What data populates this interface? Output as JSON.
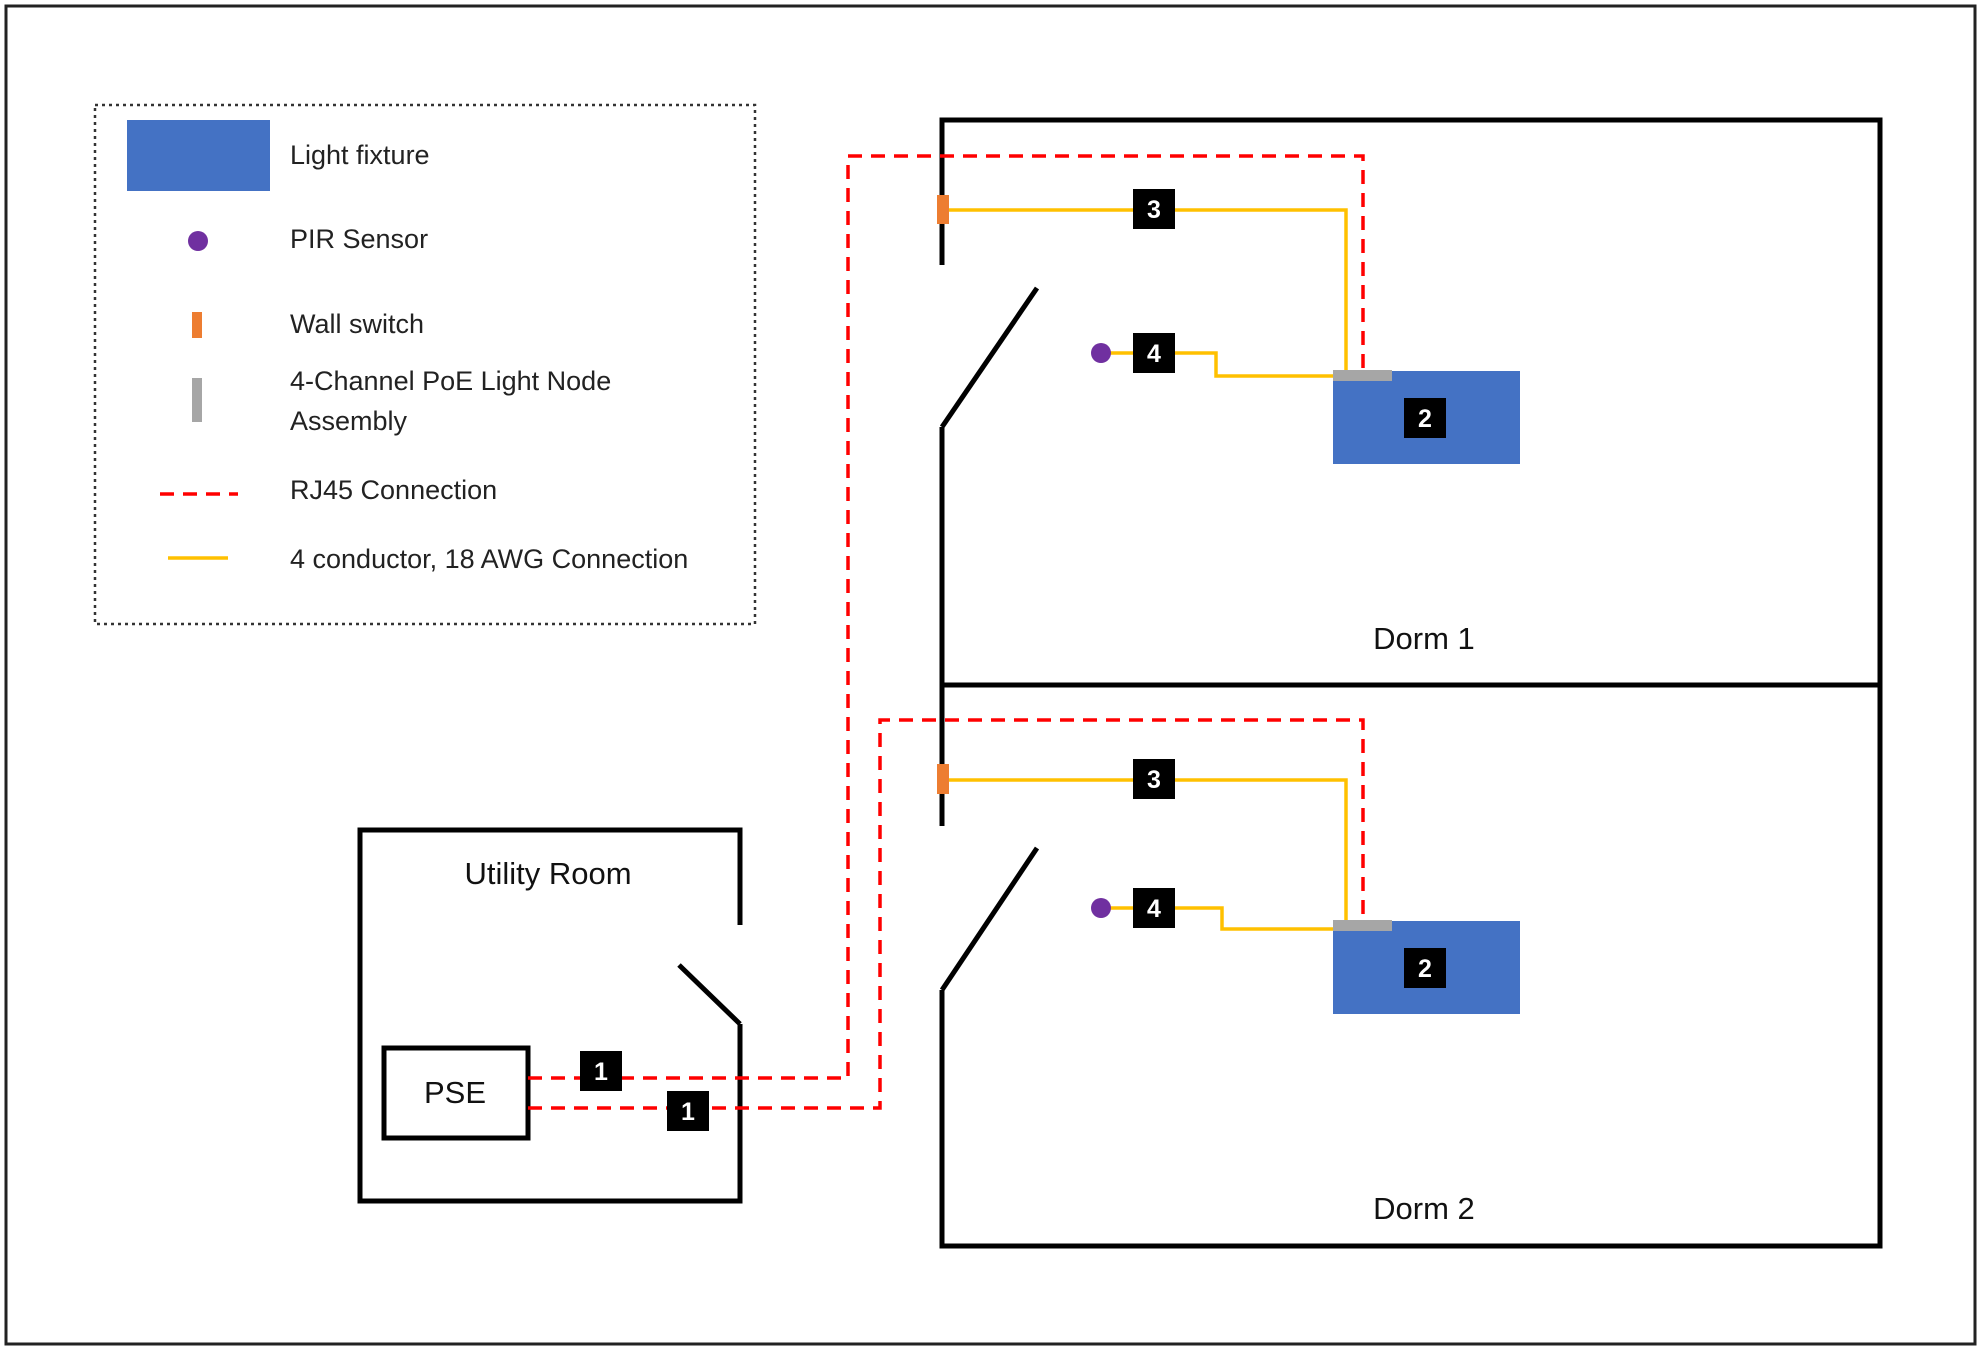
{
  "legend": {
    "items": [
      {
        "symbol": "light-fixture",
        "label": "Light fixture"
      },
      {
        "symbol": "pir-sensor",
        "label": "PIR Sensor"
      },
      {
        "symbol": "wall-switch",
        "label": "Wall switch"
      },
      {
        "symbol": "light-node",
        "label_line1": "4-Channel PoE Light Node",
        "label_line2": "Assembly"
      },
      {
        "symbol": "rj45",
        "label": "RJ45 Connection"
      },
      {
        "symbol": "awg-wire",
        "label": "4 conductor, 18 AWG Connection"
      }
    ]
  },
  "rooms": {
    "dorm1": "Dorm 1",
    "dorm2": "Dorm 2",
    "utility": "Utility Room"
  },
  "equipment": {
    "pse": "PSE"
  },
  "badges": {
    "rj45_dorm1": "1",
    "rj45_dorm2": "1",
    "switch_wire_dorm1": "3",
    "switch_wire_dorm2": "3",
    "sensor_wire_dorm1": "4",
    "sensor_wire_dorm2": "4",
    "fixture_wire_dorm1": "2",
    "fixture_wire_dorm2": "2"
  },
  "colors": {
    "light_fixture": "#4472C4",
    "pir_sensor": "#7030A0",
    "wall_switch": "#ED7D31",
    "light_node": "#A6A6A6",
    "rj45": "#FF0000",
    "awg_wire": "#FFC000",
    "walls": "#000000",
    "badge": "#000000"
  }
}
